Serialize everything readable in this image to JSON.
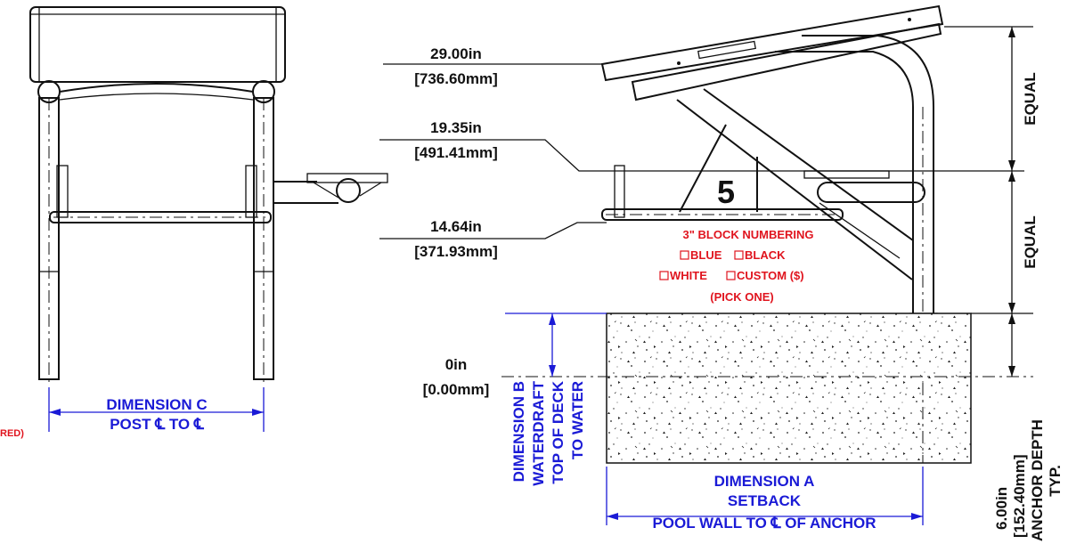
{
  "colors": {
    "line": "#111111",
    "dimension_blue": "#1a1ad6",
    "note_red": "#e0141e"
  },
  "levels": [
    {
      "in_label": "29.00in",
      "mm_label": "[736.60mm]"
    },
    {
      "in_label": "19.35in",
      "mm_label": "[491.41mm]"
    },
    {
      "in_label": "14.64in",
      "mm_label": "[371.93mm]"
    },
    {
      "in_label": "0in",
      "mm_label": "[0.00mm]"
    }
  ],
  "block_number": "5",
  "numbering_note": {
    "title": "3\" BLOCK NUMBERING",
    "opt_blue": "BLUE",
    "opt_black": "BLACK",
    "opt_white": "WHITE",
    "opt_custom": "CUSTOM ($)",
    "pick": "(PICK ONE)"
  },
  "left_note_fragment": "RED)",
  "dim_c": {
    "line1": "DIMENSION C",
    "line2": "POST ℄  TO ℄"
  },
  "dim_a": {
    "line1": "DIMENSION A",
    "line2": "SETBACK",
    "line3": "POOL WALL TO ℄  OF ANCHOR"
  },
  "dim_b": {
    "line1": "DIMENSION B",
    "line2": "WATERDRAFT",
    "line3": "TOP OF DECK",
    "line4": "TO WATER"
  },
  "equal_labels": [
    "EQUAL",
    "EQUAL"
  ],
  "anchor": {
    "in_label": "6.00in",
    "mm_label": "[152.40mm]",
    "depth_label": "ANCHOR DEPTH",
    "typ_label": "TYP."
  }
}
